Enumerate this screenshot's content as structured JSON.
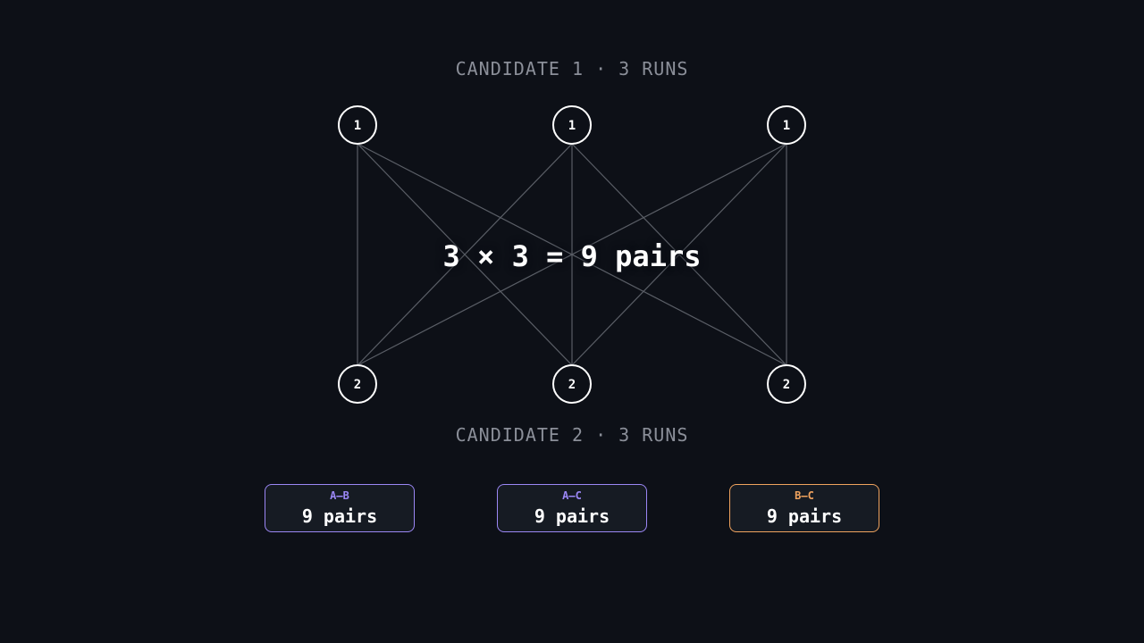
{
  "labels": {
    "top_group": "CANDIDATE 1 · 3 RUNS",
    "bottom_group": "CANDIDATE 2 · 3 RUNS",
    "center_caption": "3 × 3 = 9 pairs"
  },
  "diagram": {
    "top_nodes": [
      "1",
      "1",
      "1"
    ],
    "bottom_nodes": [
      "2",
      "2",
      "2"
    ],
    "edges": "every top node connects to every bottom node"
  },
  "cards": [
    {
      "tag": "A–B",
      "value": "9 pairs",
      "color": "#9b87f5"
    },
    {
      "tag": "A–C",
      "value": "9 pairs",
      "color": "#9b87f5"
    },
    {
      "tag": "B–C",
      "value": "9 pairs",
      "color": "#f0a35e"
    }
  ],
  "colors": {
    "background": "#0d1017",
    "node_stroke": "#ffffff",
    "edge": "#5a5e66",
    "muted_text": "#8b8f99"
  }
}
